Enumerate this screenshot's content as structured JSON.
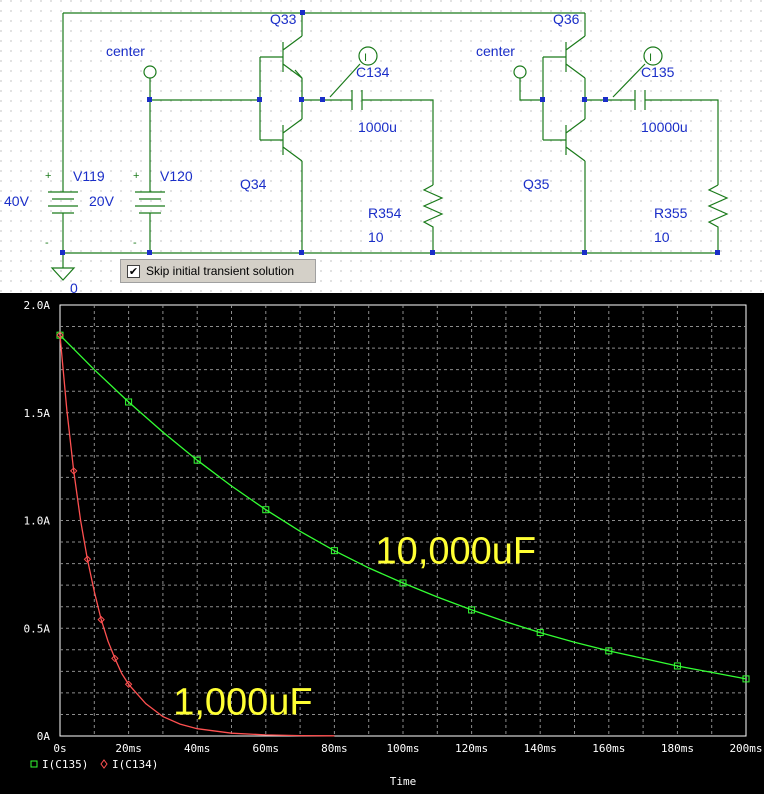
{
  "schematic": {
    "labels": {
      "q33": "Q33",
      "q34": "Q34",
      "q35": "Q35",
      "q36": "Q36",
      "center1": "center",
      "center2": "center",
      "c134": "C134",
      "c134_value": "1000u",
      "c135": "C135",
      "c135_value": "10000u",
      "r354": "R354",
      "r354_value": "10",
      "r355": "R355",
      "r355_value": "10",
      "v119": "V119",
      "v119_value": "40V",
      "v120": "V120",
      "v120_value": "20V",
      "ground": "0",
      "probe": "I",
      "plus": "+",
      "minus": "-"
    },
    "skip_checkbox": {
      "label": "Skip initial transient solution",
      "checked": true,
      "check_glyph": "✔"
    }
  },
  "chart_data": {
    "type": "line",
    "xlabel": "Time",
    "ylabel": "",
    "xlim": [
      0,
      200
    ],
    "ylim": [
      0,
      2.0
    ],
    "x_unit": "ms",
    "x_ticks": [
      "0s",
      "20ms",
      "40ms",
      "60ms",
      "80ms",
      "100ms",
      "120ms",
      "140ms",
      "160ms",
      "180ms",
      "200ms"
    ],
    "y_ticks": [
      "0A",
      "0.5A",
      "1.0A",
      "1.5A",
      "2.0A"
    ],
    "grid": true,
    "legend_position": "bottom-left",
    "series": [
      {
        "name": "I(C135)",
        "color": "#33ff33",
        "marker": "square",
        "x": [
          0,
          10,
          20,
          30,
          40,
          50,
          60,
          70,
          80,
          90,
          100,
          110,
          120,
          130,
          140,
          150,
          160,
          170,
          180,
          190,
          200
        ],
        "y": [
          1.86,
          1.7,
          1.55,
          1.41,
          1.28,
          1.16,
          1.05,
          0.95,
          0.86,
          0.78,
          0.71,
          0.645,
          0.585,
          0.53,
          0.48,
          0.435,
          0.395,
          0.36,
          0.325,
          0.295,
          0.265
        ]
      },
      {
        "name": "I(C134)",
        "color": "#ff5050",
        "marker": "diamond",
        "x": [
          0,
          2,
          4,
          6,
          8,
          10,
          12,
          14,
          16,
          18,
          20,
          25,
          30,
          35,
          40,
          50,
          60,
          70,
          80
        ],
        "y": [
          1.86,
          1.51,
          1.23,
          1.0,
          0.82,
          0.67,
          0.54,
          0.44,
          0.36,
          0.29,
          0.24,
          0.15,
          0.09,
          0.055,
          0.034,
          0.013,
          0.005,
          0.002,
          0.001
        ]
      }
    ],
    "annotations": [
      {
        "text": "10,000uF",
        "x": 92,
        "y": 0.8
      },
      {
        "text": "1,000uF",
        "x": 33,
        "y": 0.1
      }
    ]
  }
}
